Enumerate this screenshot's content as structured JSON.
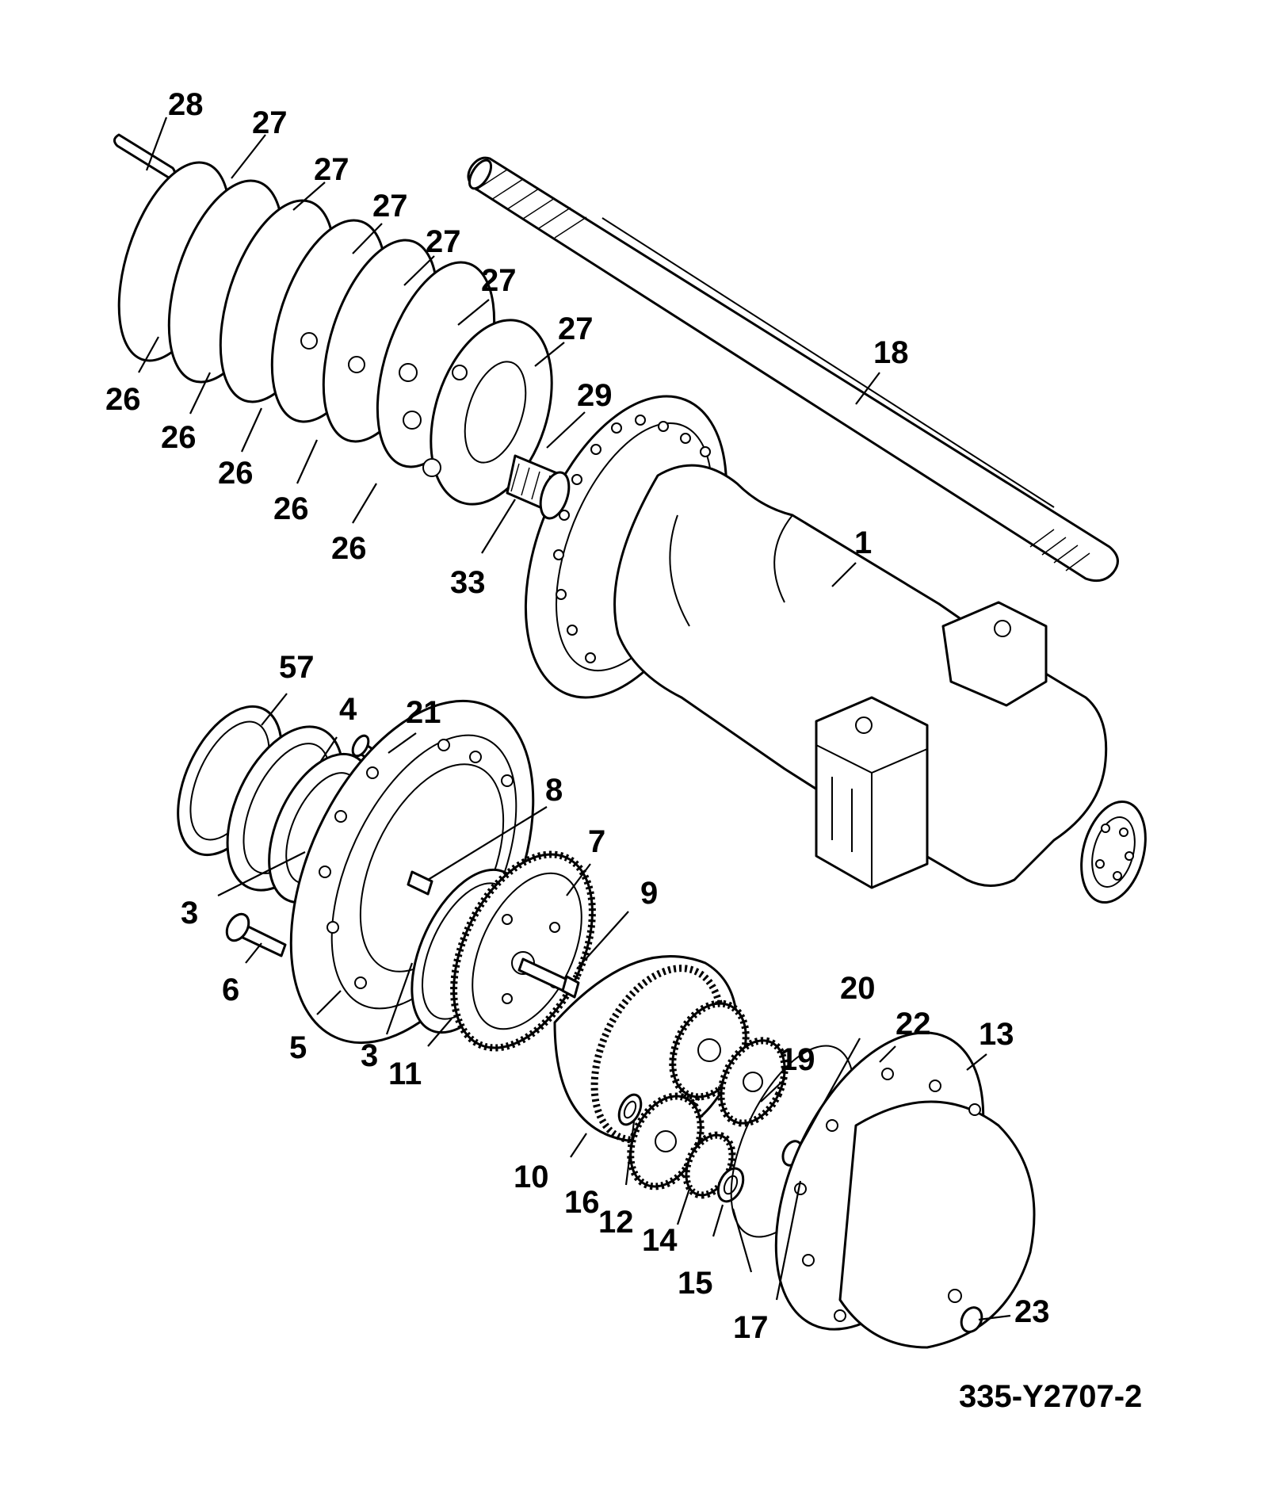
{
  "drawing_number": "335-Y2707-2",
  "callouts": [
    {
      "id": "28",
      "label": "28"
    },
    {
      "id": "27a",
      "label": "27"
    },
    {
      "id": "27b",
      "label": "27"
    },
    {
      "id": "27c",
      "label": "27"
    },
    {
      "id": "27d",
      "label": "27"
    },
    {
      "id": "27e",
      "label": "27"
    },
    {
      "id": "27f",
      "label": "27"
    },
    {
      "id": "26a",
      "label": "26"
    },
    {
      "id": "26b",
      "label": "26"
    },
    {
      "id": "26c",
      "label": "26"
    },
    {
      "id": "26d",
      "label": "26"
    },
    {
      "id": "26e",
      "label": "26"
    },
    {
      "id": "29",
      "label": "29"
    },
    {
      "id": "33",
      "label": "33"
    },
    {
      "id": "18",
      "label": "18"
    },
    {
      "id": "1",
      "label": "1"
    },
    {
      "id": "57",
      "label": "57"
    },
    {
      "id": "4",
      "label": "4"
    },
    {
      "id": "21",
      "label": "21"
    },
    {
      "id": "8",
      "label": "8"
    },
    {
      "id": "7",
      "label": "7"
    },
    {
      "id": "9",
      "label": "9"
    },
    {
      "id": "3a",
      "label": "3"
    },
    {
      "id": "6",
      "label": "6"
    },
    {
      "id": "5",
      "label": "5"
    },
    {
      "id": "3b",
      "label": "3"
    },
    {
      "id": "11",
      "label": "11"
    },
    {
      "id": "20",
      "label": "20"
    },
    {
      "id": "22",
      "label": "22"
    },
    {
      "id": "13",
      "label": "13"
    },
    {
      "id": "19",
      "label": "19"
    },
    {
      "id": "10",
      "label": "10"
    },
    {
      "id": "16",
      "label": "16"
    },
    {
      "id": "12",
      "label": "12"
    },
    {
      "id": "14",
      "label": "14"
    },
    {
      "id": "15",
      "label": "15"
    },
    {
      "id": "17",
      "label": "17"
    },
    {
      "id": "23",
      "label": "23"
    }
  ]
}
